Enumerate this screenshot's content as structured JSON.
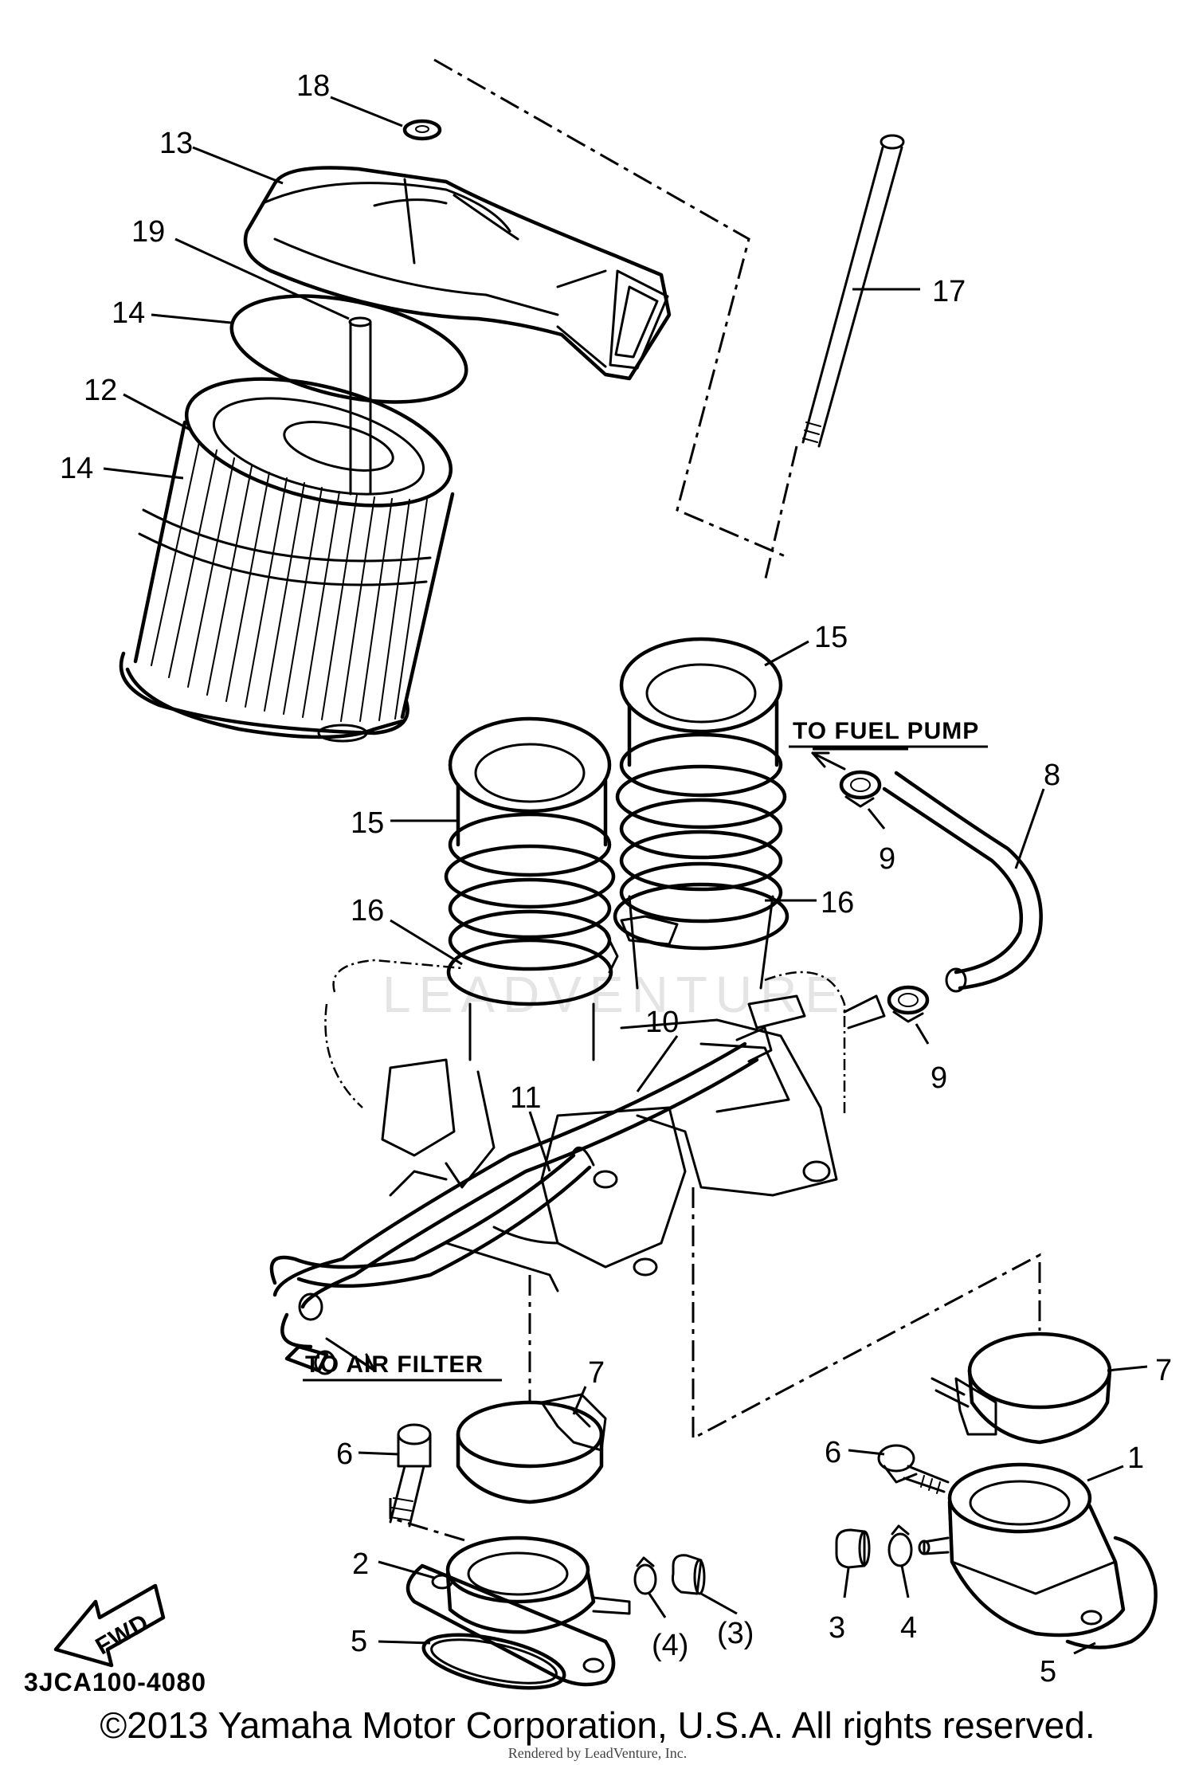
{
  "diagram": {
    "part_code": "3JCA100-4080",
    "notes": {
      "to_fuel_pump": "TO FUEL PUMP",
      "to_air_filter": "TO AIR FILTER",
      "fwd": "FWD"
    },
    "watermark": "LEADVENTURE",
    "callouts": [
      "18",
      "13",
      "19",
      "14",
      "12",
      "14",
      "17",
      "15",
      "15",
      "16",
      "16",
      "8",
      "9",
      "9",
      "10",
      "11",
      "7",
      "7",
      "6",
      "6",
      "1",
      "2",
      "5",
      "5",
      "3",
      "4",
      "(3)",
      "(4)"
    ]
  },
  "footer": {
    "copyright": "©2013 Yamaha Motor Corporation, U.S.A. All rights reserved.",
    "rendered": "Rendered by LeadVenture, Inc."
  }
}
